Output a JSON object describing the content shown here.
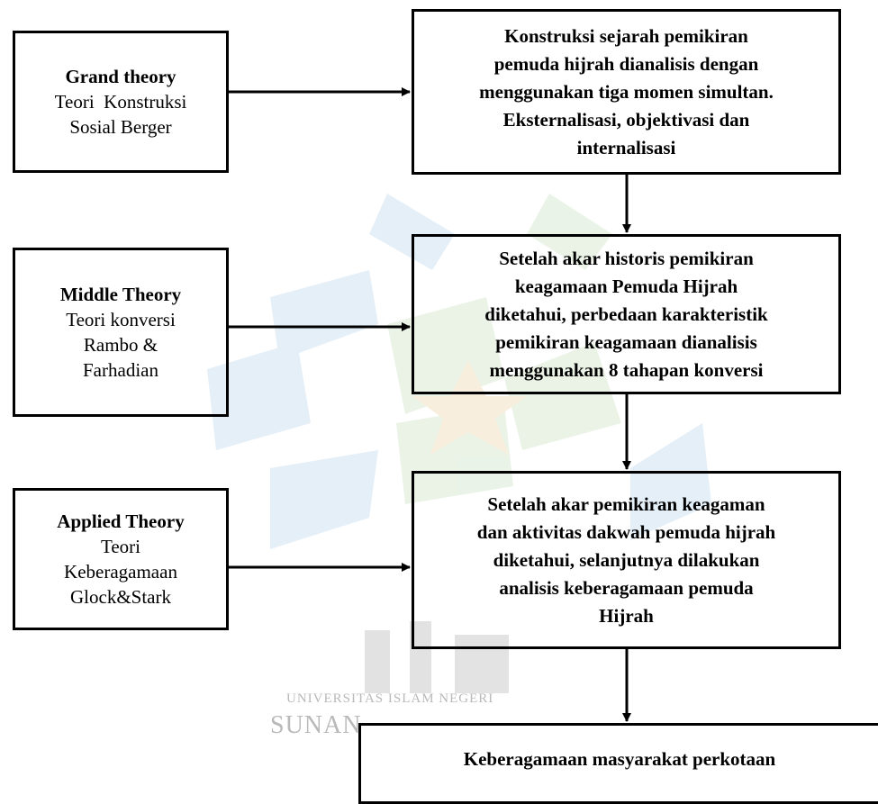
{
  "theories": [
    {
      "title": "Grand theory",
      "lines": [
        "Teori  Konstruksi",
        "Sosial Berger"
      ]
    },
    {
      "title": "Middle Theory",
      "lines": [
        "Teori konversi",
        "Rambo &",
        "Farhadian"
      ]
    },
    {
      "title": "Applied Theory",
      "lines": [
        "Teori",
        "Keberagamaan",
        "Glock&Stark"
      ]
    }
  ],
  "steps": [
    {
      "lines": [
        "Konstruksi sejarah pemikiran",
        "pemuda hijrah dianalisis dengan",
        "menggunakan tiga momen simultan.",
        "Eksternalisasi, objektivasi dan",
        "internalisasi"
      ]
    },
    {
      "lines": [
        "Setelah akar historis pemikiran",
        "keagamaan Pemuda Hijrah",
        "diketahui, perbedaan karakteristik",
        "pemikiran keagamaan dianalisis",
        "menggunakan 8 tahapan konversi"
      ]
    },
    {
      "lines": [
        "Setelah akar pemikiran keagaman",
        "dan aktivitas dakwah pemuda hijrah",
        "diketahui, selanjutnya dilakukan",
        "analisis keberagamaan pemuda",
        "Hijrah"
      ]
    },
    {
      "lines": [
        "Keberagamaan masyarakat perkotaan"
      ]
    }
  ],
  "watermark": {
    "line1": "UNIVERSITAS ISLAM NEGERI",
    "line2": "SUNAN"
  }
}
